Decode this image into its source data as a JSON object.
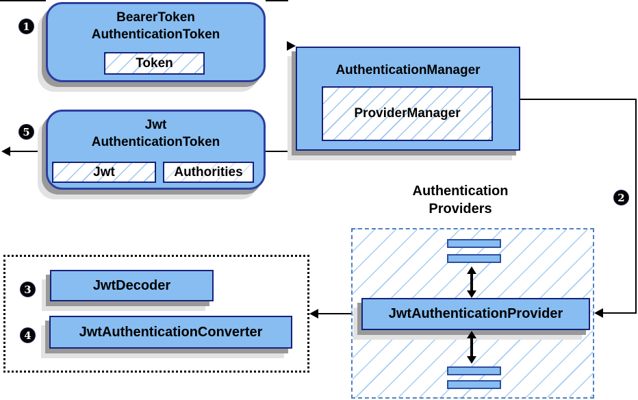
{
  "boxes": {
    "bearer": {
      "title_line1": "BearerToken",
      "title_line2": "AuthenticationToken",
      "field": "Token"
    },
    "auth_manager": {
      "title": "AuthenticationManager",
      "inner": "ProviderManager"
    },
    "jwt_token": {
      "title_line1": "Jwt",
      "title_line2": "AuthenticationToken",
      "field_jwt": "Jwt",
      "field_authorities": "Authorities"
    },
    "providers_group": {
      "label_line1": "Authentication",
      "label_line2": "Providers"
    },
    "jwt_auth_provider": {
      "title": "JwtAuthenticationProvider"
    },
    "jwt_decoder": {
      "title": "JwtDecoder"
    },
    "jwt_auth_converter": {
      "title": "JwtAuthenticationConverter"
    }
  },
  "steps": {
    "s1": "1",
    "s2": "2",
    "s3": "3",
    "s4": "4",
    "s5": "5"
  },
  "colors": {
    "box_fill": "#87BDF1",
    "box_border": "#17207A",
    "rounded_border": "#2C3E9E",
    "hatch_line": "#9CC5F0",
    "providers_dashed_border": "#4D7FC0",
    "shadow_dark": "#999999",
    "shadow_light": "#E2E2E2",
    "connector": "#000000",
    "step_circle_bg": "#050508",
    "step_circle_text": "#FFFFFF"
  }
}
